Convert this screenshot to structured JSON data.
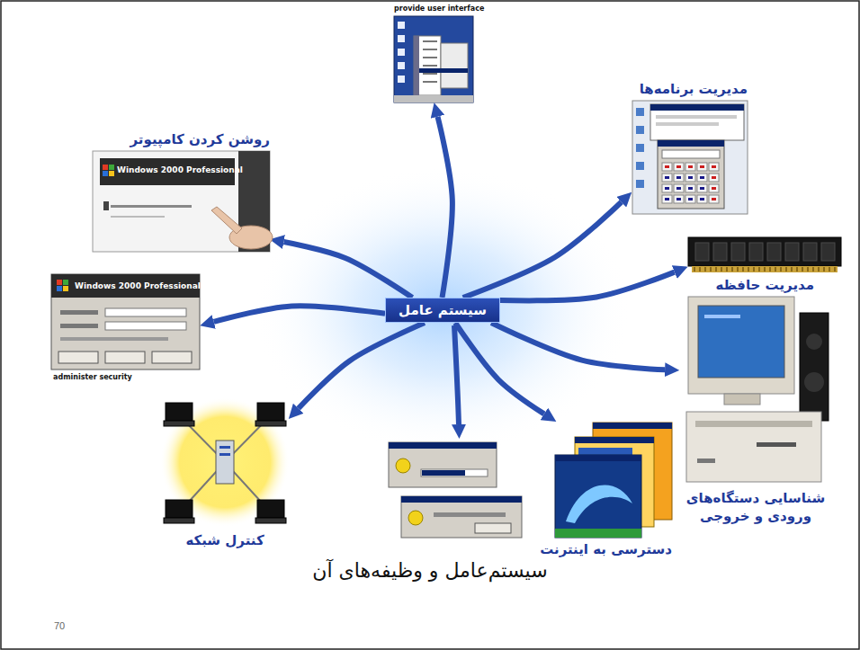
{
  "diagram": {
    "nodes": [
      {
        "text": [
          "سیستم عامل"
        ]
      },
      {
        "text": [
          "روشن کردن کامپیوتر",
          "Windows 2000 Professional"
        ]
      },
      {
        "text": [
          "provide user interface"
        ]
      },
      {
        "text": [
          "مدیریت برنامه‌ها"
        ]
      },
      {
        "text": [
          "مدیریت حافظه"
        ]
      },
      {
        "text": [
          "Windows 2000 Professional",
          "administer security"
        ]
      },
      {
        "text": [
          "شناسایی دستگاه‌های ورودی و خروجی"
        ]
      },
      {
        "text": [
          "دسترسی به اینترنت"
        ]
      },
      {
        "text": [
          "کنترل شبکه"
        ]
      }
    ],
    "edges": [
      {
        "from": 0,
        "to": 1,
        "arrow": "to"
      },
      {
        "from": 0,
        "to": 2,
        "arrow": "to"
      },
      {
        "from": 0,
        "to": 3,
        "arrow": "to"
      },
      {
        "from": 0,
        "to": 4,
        "arrow": "to"
      },
      {
        "from": 0,
        "to": 5,
        "arrow": "to"
      },
      {
        "from": 0,
        "to": 6,
        "arrow": "to"
      },
      {
        "from": 0,
        "to": 7,
        "arrow": "to"
      },
      {
        "from": 0,
        "to": 8,
        "arrow": "to"
      }
    ],
    "caption": "سیستم‌عامل و وظیفه‌های آن",
    "labels": [
      "70"
    ]
  }
}
